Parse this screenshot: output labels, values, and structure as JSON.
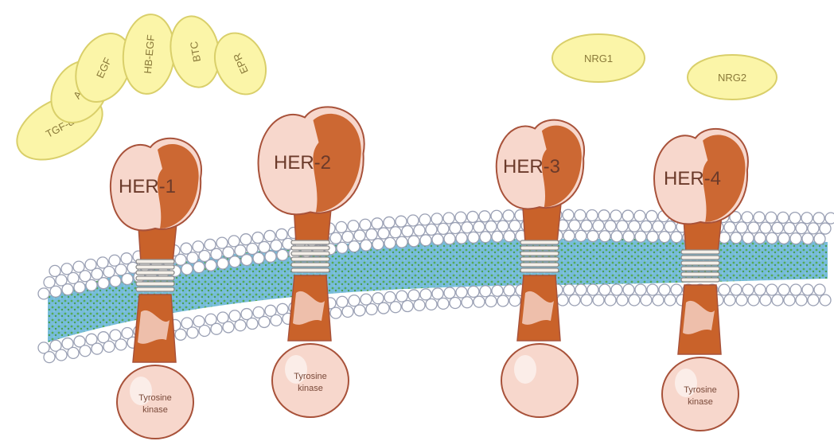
{
  "colors": {
    "ligand_fill": "#fbf5a8",
    "ligand_stroke": "#d9cf6a",
    "receptor_light": "#f7d7cc",
    "receptor_dark": "#c9622a",
    "receptor_outline": "#a8523a",
    "membrane_blue": "#6fb8d8",
    "membrane_green": "#4da64a",
    "lipid_head": "#ffffff",
    "lipid_stroke": "#9aa0b4",
    "tm_coil": "#8a8a8a"
  },
  "ligands": [
    {
      "id": "tgf",
      "label": "TGF-α"
    },
    {
      "id": "ar",
      "label": "AR"
    },
    {
      "id": "egf",
      "label": "EGF"
    },
    {
      "id": "hbegf",
      "label": "HB-EGF"
    },
    {
      "id": "btc",
      "label": "BTC"
    },
    {
      "id": "epr",
      "label": "EPR"
    },
    {
      "id": "nrg1",
      "label": "NRG1"
    },
    {
      "id": "nrg2",
      "label": "NRG2"
    }
  ],
  "receptors": [
    {
      "id": "her1",
      "label": "HER-1",
      "kinase_label": "Tyrosine kinase",
      "kinase_active": true
    },
    {
      "id": "her2",
      "label": "HER-2",
      "kinase_label": "Tyrosine kinase",
      "kinase_active": true
    },
    {
      "id": "her3",
      "label": "HER-3",
      "kinase_label": "",
      "kinase_active": false
    },
    {
      "id": "her4",
      "label": "HER-4",
      "kinase_label": "Tyrosine kinase",
      "kinase_active": true
    }
  ]
}
